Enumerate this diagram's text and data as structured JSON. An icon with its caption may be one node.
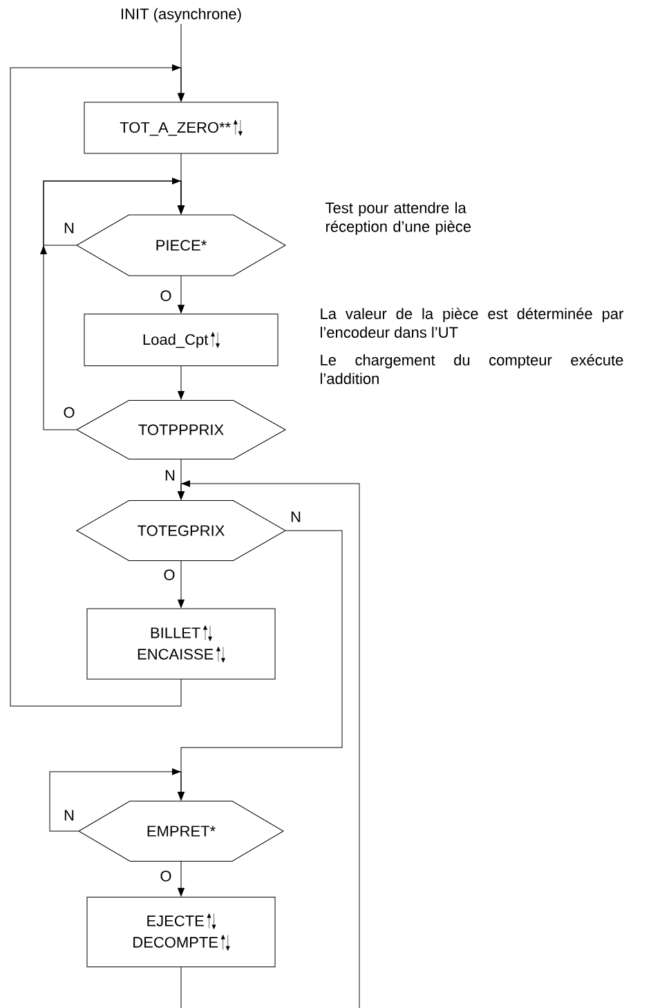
{
  "diagram": {
    "nodes": [
      {
        "text": [
          "INIT (asynchrone)"
        ]
      },
      {
        "text": [
          "TOT_A_ZERO**"
        ]
      },
      {
        "text": [
          "PIECE*"
        ],
        "beside": [
          "Test pour attendre la réception d’une pièce"
        ]
      },
      {
        "text": [
          "Load_Cpt"
        ],
        "beside": [
          "La valeur de la pièce est déterminée par l’encodeur dans l’UT",
          "Le chargement du compteur exécute l’addition"
        ]
      },
      {
        "text": [
          "TOTPPPRIX"
        ]
      },
      {
        "text": [
          "TOTEGPRIX"
        ]
      },
      {
        "text": [
          "BILLET",
          "ENCAISSE"
        ]
      },
      {
        "text": [
          "EMPRET*"
        ]
      },
      {
        "text": [
          "EJECTE",
          "DECOMPTE"
        ]
      }
    ],
    "edges": [
      {
        "from": 0,
        "to": 1,
        "arrow": "to"
      },
      {
        "from": 1,
        "to": 2,
        "arrow": "to"
      },
      {
        "from": 2,
        "to": 2,
        "arrow": "to",
        "label": "N"
      },
      {
        "from": 2,
        "to": 3,
        "arrow": "to",
        "label": "O"
      },
      {
        "from": 3,
        "to": 4,
        "arrow": "to"
      },
      {
        "from": 4,
        "to": 2,
        "arrow": "to",
        "label": "O"
      },
      {
        "from": 4,
        "to": 5,
        "arrow": "to",
        "label": "N"
      },
      {
        "from": 5,
        "to": 6,
        "arrow": "to",
        "label": "O"
      },
      {
        "from": 5,
        "to": 7,
        "arrow": "to",
        "label": "N"
      },
      {
        "from": 6,
        "to": 1,
        "arrow": "to"
      },
      {
        "from": 7,
        "to": 7,
        "arrow": "to",
        "label": "N"
      },
      {
        "from": 7,
        "to": 8,
        "arrow": "to",
        "label": "O"
      },
      {
        "from": 8,
        "to": null,
        "arrow": "none"
      },
      {
        "from": null,
        "to": 5,
        "arrow": "to"
      }
    ]
  }
}
